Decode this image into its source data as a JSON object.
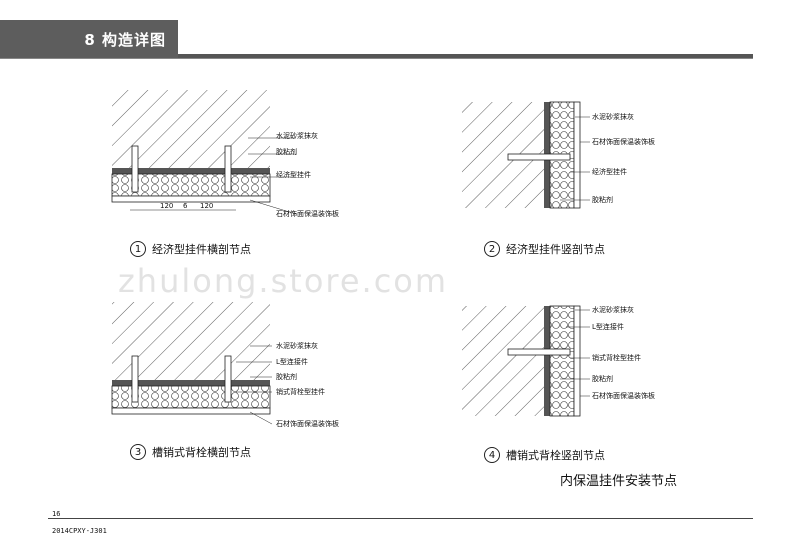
{
  "header": {
    "section_title": "8 构造详图"
  },
  "figures": [
    {
      "number": "1",
      "caption": "经济型挂件横剖节点",
      "labels": [
        "水泥砂浆抹灰",
        "胶粘剂",
        "经济型挂件",
        "石材饰面保温装饰板"
      ],
      "dims": [
        "120",
        "6",
        "120"
      ]
    },
    {
      "number": "2",
      "caption": "经济型挂件竖剖节点",
      "labels": [
        "水泥砂浆抹灰",
        "石材饰面保温装饰板",
        "经济型挂件",
        "胶粘剂"
      ]
    },
    {
      "number": "3",
      "caption": "槽销式背栓横剖节点",
      "labels": [
        "水泥砂浆抹灰",
        "L型连接件",
        "胶粘剂",
        "销式背栓型挂件",
        "石材饰面保温装饰板"
      ]
    },
    {
      "number": "4",
      "caption": "槽销式背栓竖剖节点",
      "labels": [
        "水泥砂浆抹灰",
        "L型连接件",
        "销式背栓型挂件",
        "胶粘剂",
        "石材饰面保温装饰板"
      ]
    }
  ],
  "main_title": "内保温挂件安装节点",
  "watermark": "zhulong.store.com",
  "footer": {
    "page_number": "16",
    "doc_code": "2014CPXY-J301"
  }
}
